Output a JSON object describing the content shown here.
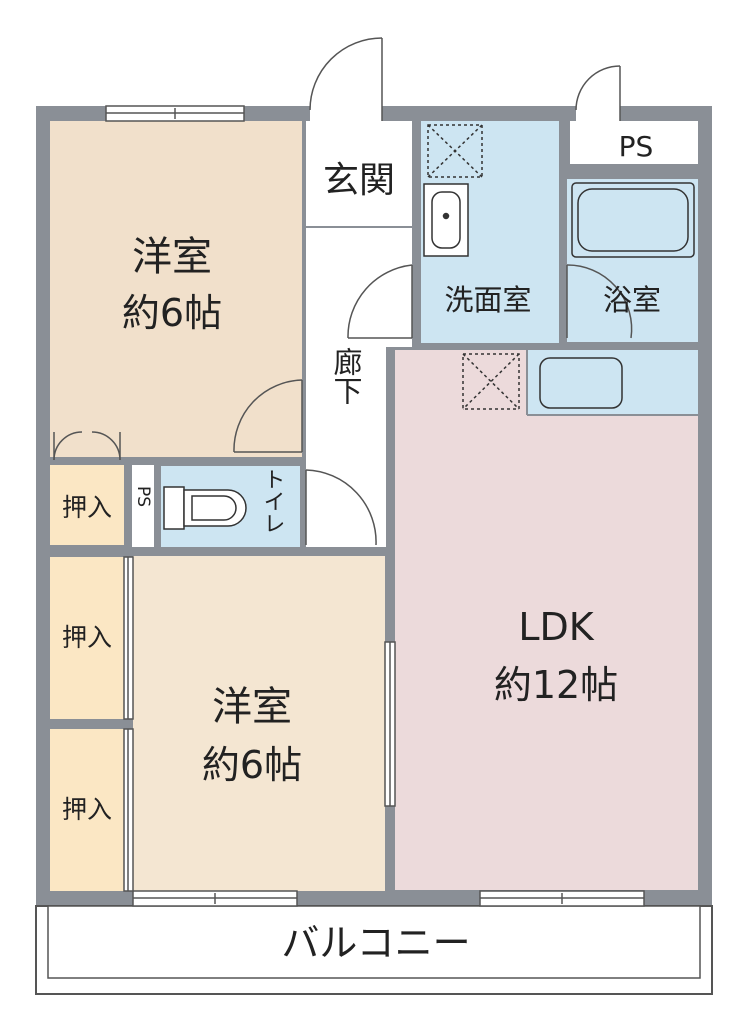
{
  "floorplan": {
    "rooms": {
      "western_room_1": {
        "name": "洋室",
        "size": "約6帖"
      },
      "western_room_2": {
        "name": "洋室",
        "size": "約6帖"
      },
      "ldk": {
        "name": "LDK",
        "size": "約12帖"
      },
      "entrance": {
        "name": "玄関"
      },
      "washroom": {
        "name": "洗面室"
      },
      "bathroom": {
        "name": "浴室"
      },
      "hallway": {
        "name": "廊下"
      },
      "toilet": {
        "name": "トイレ"
      },
      "pipe_space_top": {
        "name": "PS"
      },
      "pipe_space_small": {
        "name": "PS"
      },
      "closet_1": {
        "name": "押入"
      },
      "closet_2": {
        "name": "押入"
      },
      "closet_3": {
        "name": "押入"
      },
      "balcony": {
        "name": "バルコニー"
      }
    },
    "colors": {
      "wall": "#8a8f96",
      "western_room_1": "#f1e0cb",
      "western_room_2": "#f4e6d2",
      "ldk": "#ecdadb",
      "wet_area": "#cde5f2",
      "closet": "#fbe7c4",
      "hallway": "#ffffff",
      "fixture_stroke": "#333333"
    }
  }
}
